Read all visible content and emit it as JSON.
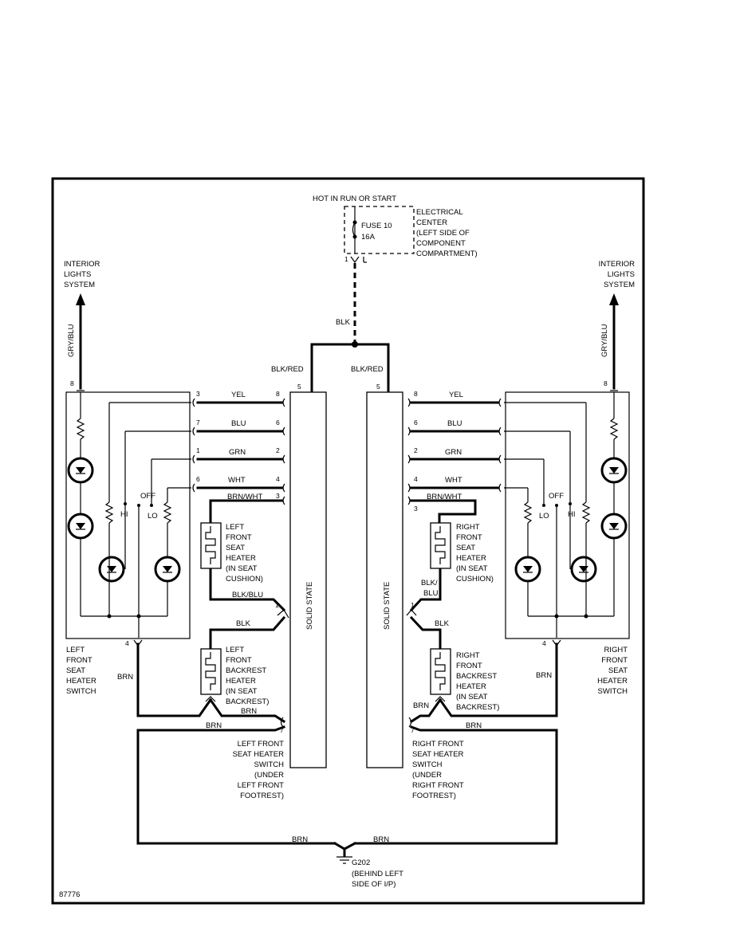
{
  "hot_label": "HOT IN RUN OR START",
  "fuse": {
    "name": "FUSE 10",
    "rating": "16A"
  },
  "electrical_center": [
    "ELECTRICAL",
    "CENTER",
    "(LEFT SIDE OF",
    "COMPONENT",
    "COMPARTMENT)"
  ],
  "interior_lights": [
    "INTERIOR",
    "LIGHTS",
    "SYSTEM"
  ],
  "wires": {
    "blk": "BLK",
    "blk_red": "BLK/RED",
    "gry_blu": "GRY/BLU",
    "yel": "YEL",
    "blu": "BLU",
    "grn": "GRN",
    "wht": "WHT",
    "brn_wht": "BRN/WHT",
    "blk_blu": "BLK/BLU",
    "blk_blu_r1": "BLK/",
    "blk_blu_r2": "BLU",
    "brn": "BRN"
  },
  "pins": {
    "p1": "1",
    "p2": "2",
    "p3": "3",
    "p4": "4",
    "p5": "5",
    "p6": "6",
    "p7": "7",
    "p8": "8"
  },
  "switch_positions": {
    "hi": "HI",
    "lo": "LO",
    "off": "OFF"
  },
  "solid_state": "SOLID STATE",
  "left": {
    "cushion_heater": [
      "LEFT",
      "FRONT",
      "SEAT",
      "HEATER",
      "(IN SEAT",
      "CUSHION)"
    ],
    "backrest_heater": [
      "LEFT",
      "FRONT",
      "BACKREST",
      "HEATER",
      "(IN SEAT",
      "BACKREST)"
    ],
    "switch_label": [
      "LEFT",
      "FRONT",
      "SEAT",
      "HEATER",
      "SWITCH"
    ],
    "module_label": [
      "LEFT FRONT",
      "SEAT HEATER",
      "SWITCH",
      "(UNDER",
      "LEFT FRONT",
      "FOOTREST)"
    ]
  },
  "right": {
    "cushion_heater": [
      "RIGHT",
      "FRONT",
      "SEAT",
      "HEATER",
      "(IN SEAT",
      "CUSHION)"
    ],
    "backrest_heater": [
      "RIGHT",
      "FRONT",
      "BACKREST",
      "HEATER",
      "(IN SEAT",
      "BACKREST)"
    ],
    "switch_label": [
      "RIGHT",
      "FRONT",
      "SEAT",
      "HEATER",
      "SWITCH"
    ],
    "module_label": [
      "RIGHT FRONT",
      "SEAT HEATER",
      "SWITCH",
      "(UNDER",
      "RIGHT FRONT",
      "FOOTREST)"
    ]
  },
  "ground": {
    "name": "G202",
    "location": [
      "(BEHIND LEFT",
      "SIDE OF I/P)"
    ]
  },
  "figure_id": "87776"
}
